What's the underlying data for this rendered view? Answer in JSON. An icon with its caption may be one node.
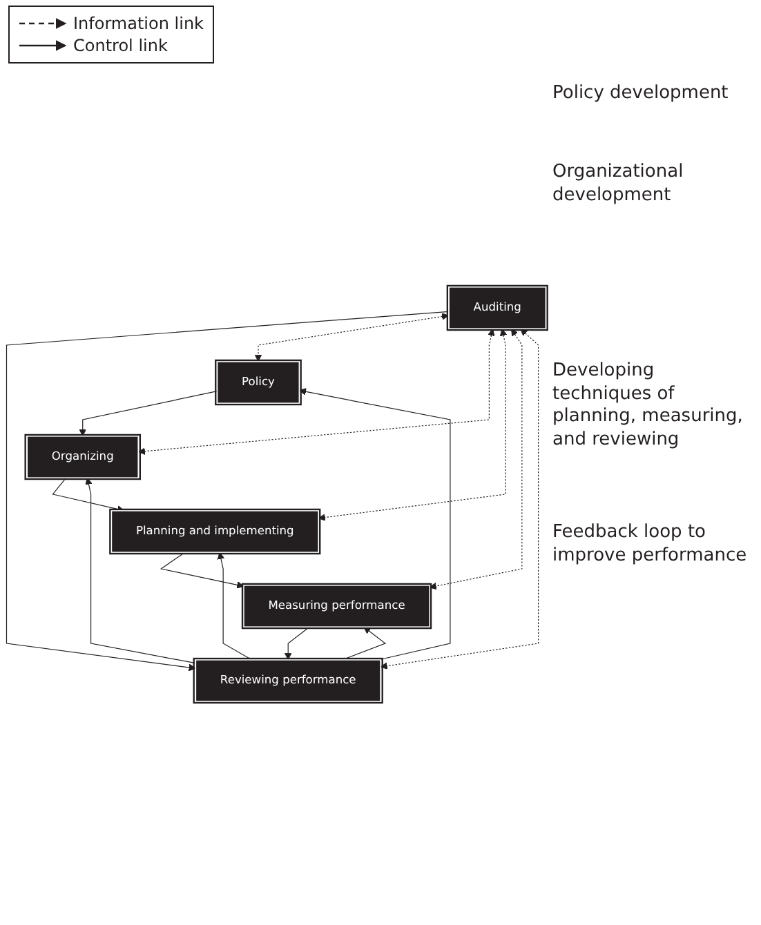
{
  "diagram": {
    "nodes": [
      {
        "text": [
          "Policy"
        ]
      },
      {
        "text": [
          "Organizing"
        ]
      },
      {
        "text": [
          "Auditing"
        ]
      },
      {
        "text": [
          "Planning and implementing"
        ]
      },
      {
        "text": [
          "Measuring performance"
        ]
      },
      {
        "text": [
          "Reviewing performance"
        ]
      }
    ],
    "edges": [
      {
        "from": 0,
        "to": 1,
        "arrow": "to"
      },
      {
        "from": 1,
        "to": 3,
        "arrow": "to"
      },
      {
        "from": 3,
        "to": 4,
        "arrow": "to"
      },
      {
        "from": 4,
        "to": 5,
        "arrow": "to"
      },
      {
        "from": 2,
        "to": 5,
        "arrow": "to"
      },
      {
        "from": 2,
        "to": 0,
        "arrow": "both",
        "style": "dashed"
      },
      {
        "from": 2,
        "to": 1,
        "arrow": "both",
        "style": "dashed"
      },
      {
        "from": 2,
        "to": 3,
        "arrow": "both",
        "style": "dashed"
      },
      {
        "from": 2,
        "to": 4,
        "arrow": "both",
        "style": "dashed"
      },
      {
        "from": 2,
        "to": 5,
        "arrow": "both",
        "style": "dashed"
      },
      {
        "from": 5,
        "to": 0,
        "arrow": "to"
      },
      {
        "from": 5,
        "to": 1,
        "arrow": "to"
      },
      {
        "from": 5,
        "to": 3,
        "arrow": "to"
      },
      {
        "from": 5,
        "to": 4,
        "arrow": "to"
      }
    ],
    "labels": [
      "Policy development",
      "Organizational development",
      "Developing techniques of planning, measuring, and reviewing",
      "Feedback loop to improve performance"
    ],
    "legend": [
      {
        "text": "Information link"
      },
      {
        "text": "Control link"
      }
    ]
  }
}
